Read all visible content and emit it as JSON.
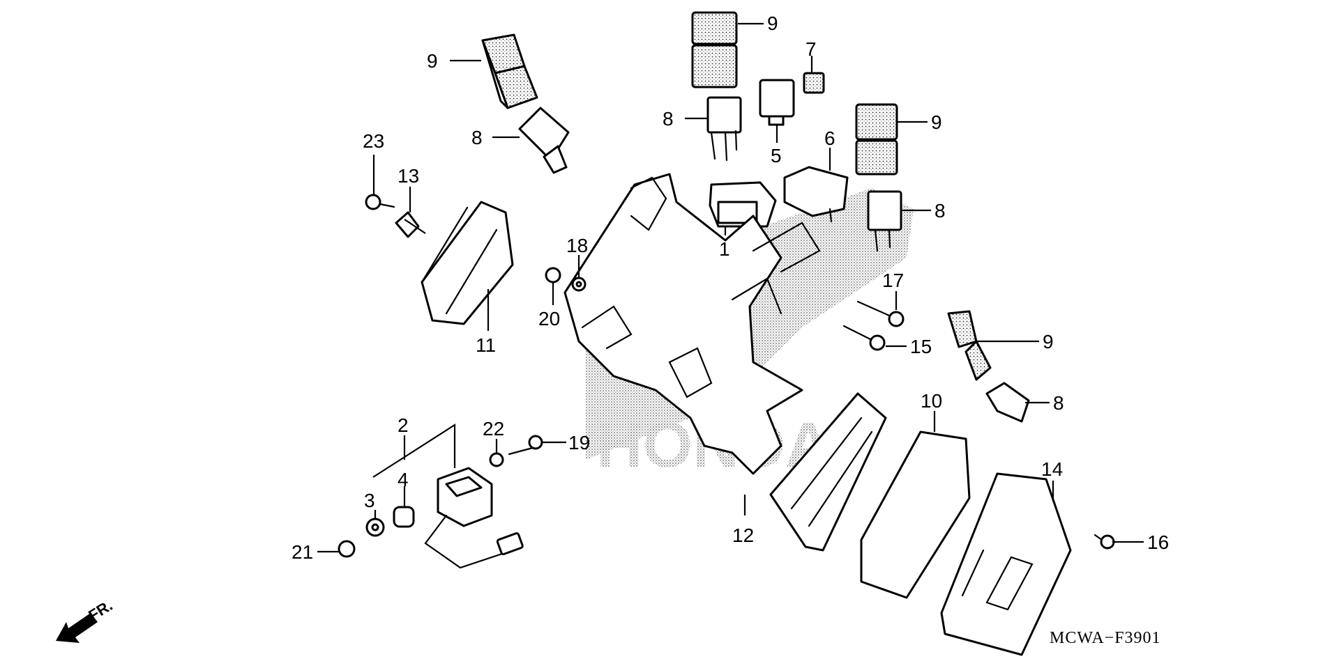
{
  "diagram": {
    "title": "",
    "code": "MCWA−F3901",
    "direction_label": "FR.",
    "watermark_text": "HONDA",
    "callouts": [
      "1",
      "2",
      "3",
      "4",
      "5",
      "6",
      "7",
      "8",
      "8",
      "8",
      "8",
      "9",
      "9",
      "9",
      "9",
      "10",
      "11",
      "12",
      "13",
      "14",
      "15",
      "16",
      "17",
      "18",
      "19",
      "20",
      "21",
      "22",
      "23"
    ],
    "colors": {
      "line": "#000000",
      "background": "#ffffff",
      "shade": "#555555"
    },
    "icons": [
      "direction-arrow-icon"
    ]
  }
}
